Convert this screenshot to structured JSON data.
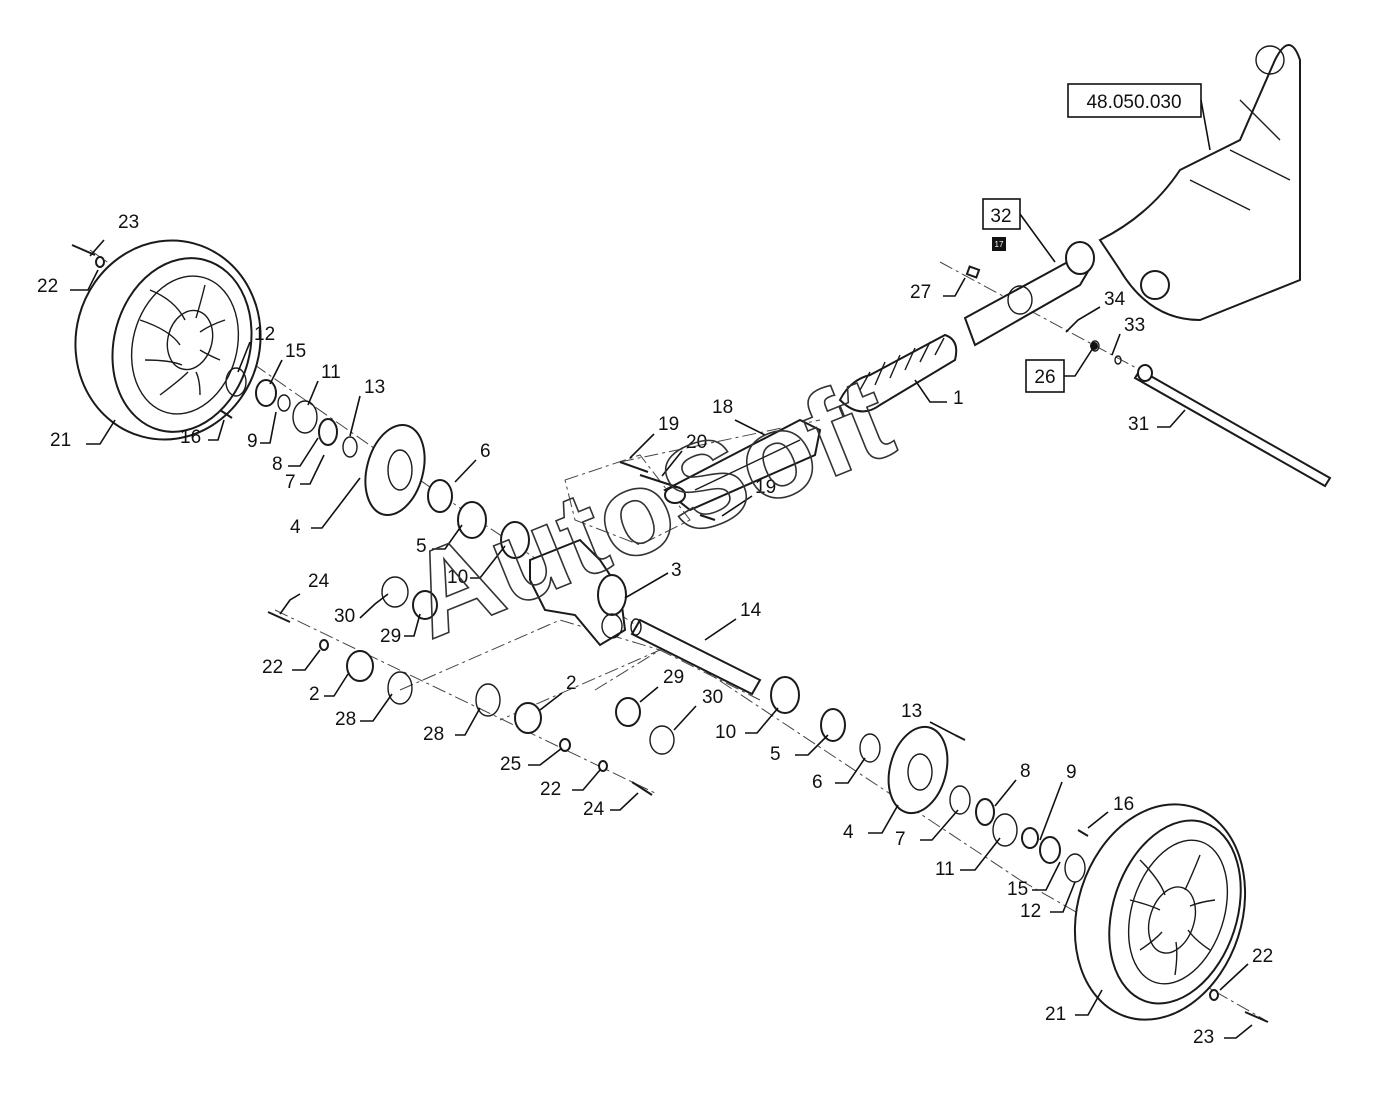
{
  "reference_boxes": [
    {
      "text": "48.050.030"
    },
    {
      "text": "32"
    },
    {
      "text": "26"
    }
  ],
  "small_mark": "17",
  "watermark": "AutoSoft",
  "callouts": [
    {
      "text": "23"
    },
    {
      "text": "22"
    },
    {
      "text": "12"
    },
    {
      "text": "15"
    },
    {
      "text": "11"
    },
    {
      "text": "13"
    },
    {
      "text": "21"
    },
    {
      "text": "16"
    },
    {
      "text": "9"
    },
    {
      "text": "8"
    },
    {
      "text": "7"
    },
    {
      "text": "6"
    },
    {
      "text": "4"
    },
    {
      "text": "5"
    },
    {
      "text": "10"
    },
    {
      "text": "19"
    },
    {
      "text": "20"
    },
    {
      "text": "18"
    },
    {
      "text": "19"
    },
    {
      "text": "1"
    },
    {
      "text": "27"
    },
    {
      "text": "34"
    },
    {
      "text": "33"
    },
    {
      "text": "31"
    },
    {
      "text": "3"
    },
    {
      "text": "14"
    },
    {
      "text": "24"
    },
    {
      "text": "30"
    },
    {
      "text": "29"
    },
    {
      "text": "22"
    },
    {
      "text": "2"
    },
    {
      "text": "28"
    },
    {
      "text": "28"
    },
    {
      "text": "2"
    },
    {
      "text": "29"
    },
    {
      "text": "30"
    },
    {
      "text": "10"
    },
    {
      "text": "25"
    },
    {
      "text": "22"
    },
    {
      "text": "24"
    },
    {
      "text": "5"
    },
    {
      "text": "13"
    },
    {
      "text": "6"
    },
    {
      "text": "8"
    },
    {
      "text": "4"
    },
    {
      "text": "7"
    },
    {
      "text": "9"
    },
    {
      "text": "16"
    },
    {
      "text": "11"
    },
    {
      "text": "15"
    },
    {
      "text": "12"
    },
    {
      "text": "22"
    },
    {
      "text": "21"
    },
    {
      "text": "23"
    }
  ]
}
